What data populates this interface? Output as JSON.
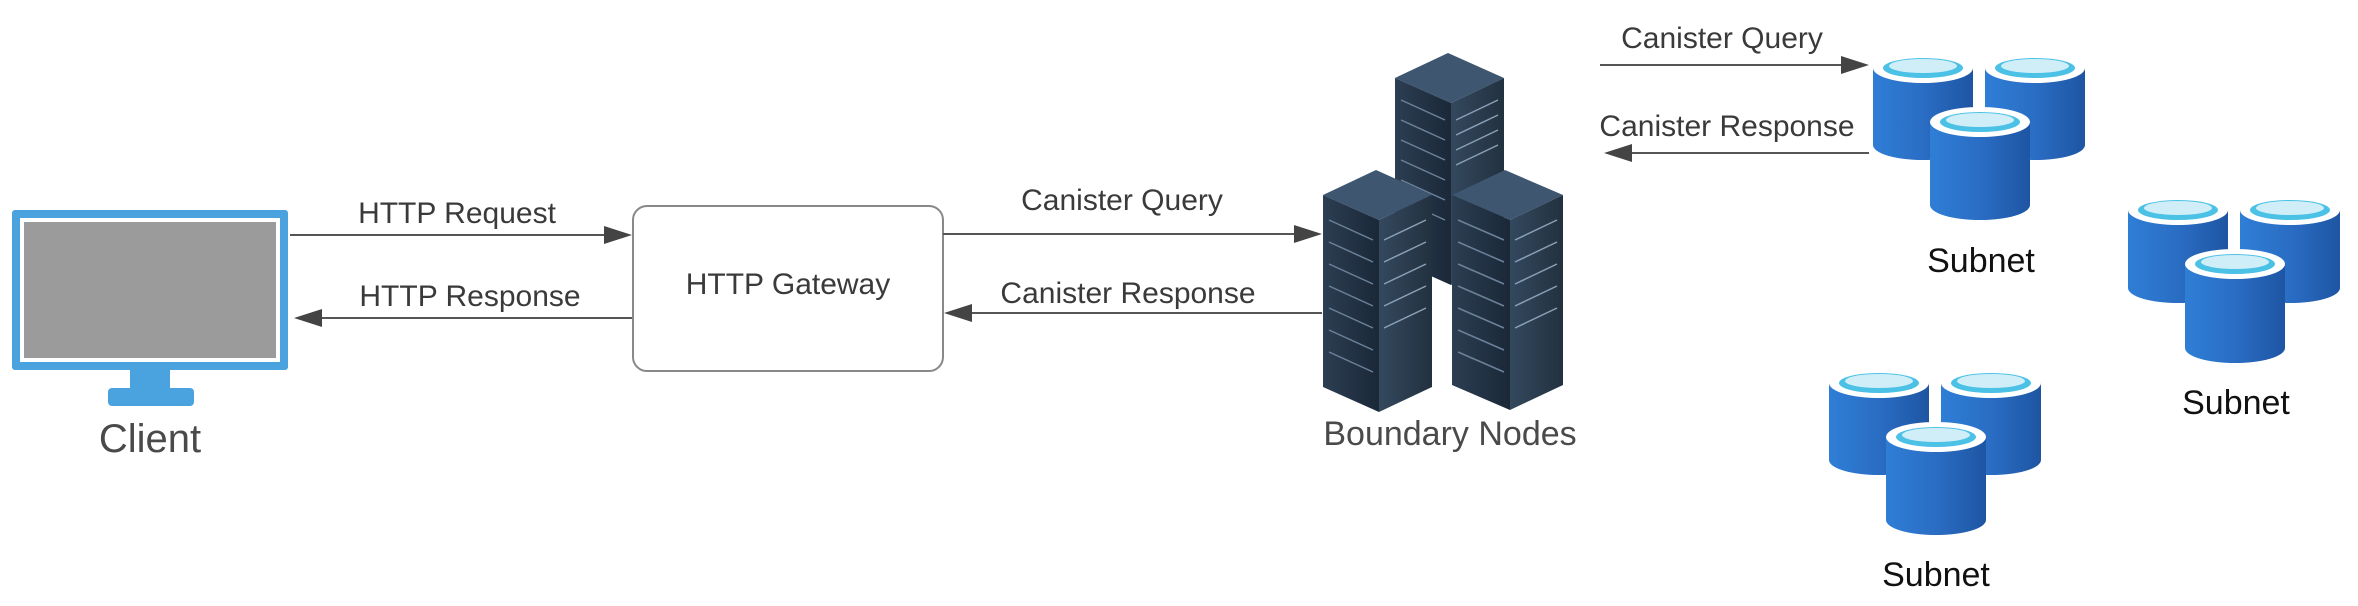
{
  "colors": {
    "monitor_frame": "#4aa3df",
    "monitor_screen": "#9b9b9b",
    "arrow_line": "#555555",
    "gateway_border": "#888888",
    "server_dark": "#1c2a3a",
    "cylinder_blue": "#2a6dc4",
    "cylinder_top": "#cfeef8"
  },
  "client": {
    "label": "Client",
    "icon": "desktop-monitor-icon"
  },
  "gateway": {
    "label": "HTTP Gateway"
  },
  "boundary_nodes": {
    "label": "Boundary Nodes",
    "icon": "server-rack-cluster-icon"
  },
  "arrows": {
    "http_request": "HTTP Request",
    "http_response": "HTTP Response",
    "canister_query_1": "Canister Query",
    "canister_response_1": "Canister Response",
    "canister_query_2": "Canister Query",
    "canister_response_2": "Canister Response"
  },
  "subnets": [
    {
      "label": "Subnet",
      "icon": "database-cluster-icon"
    },
    {
      "label": "Subnet",
      "icon": "database-cluster-icon"
    },
    {
      "label": "Subnet",
      "icon": "database-cluster-icon"
    }
  ]
}
